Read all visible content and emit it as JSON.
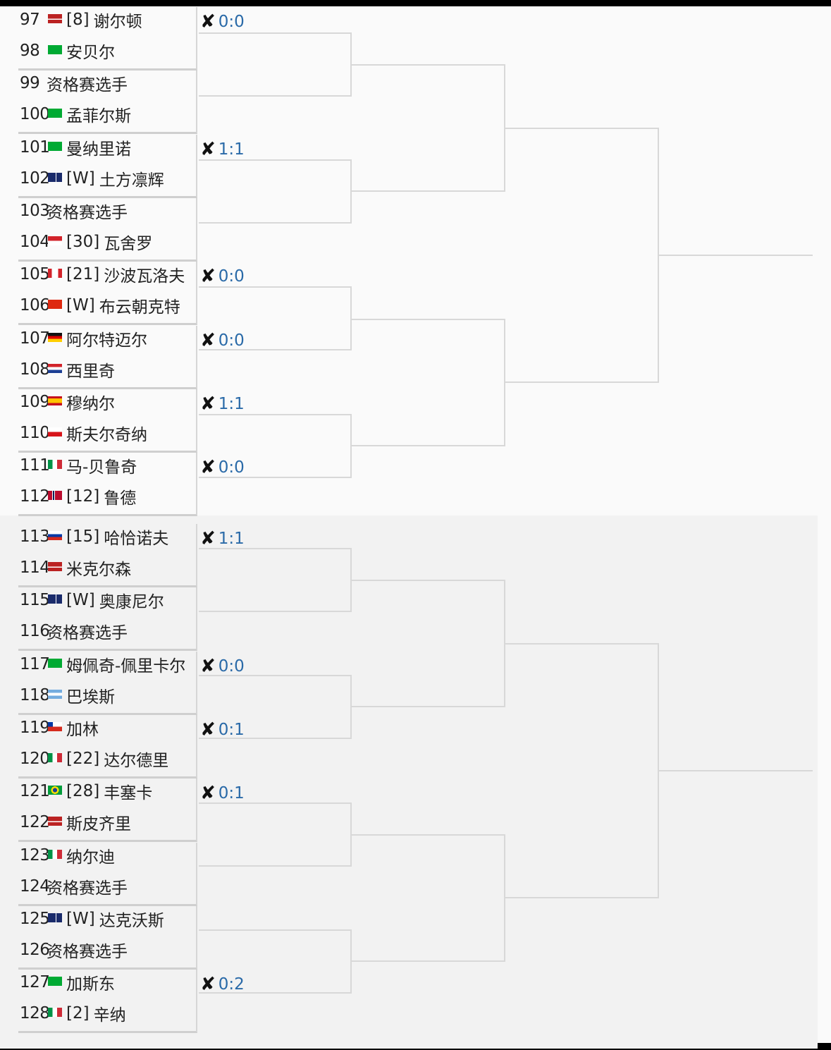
{
  "players": [
    {
      "num": "97",
      "seed": "[8]",
      "name": "谢尔顿",
      "flag": "us"
    },
    {
      "num": "98",
      "seed": "",
      "name": "安贝尔",
      "flag": "fr"
    },
    {
      "num": "99",
      "seed": "",
      "name": "资格赛选手",
      "flag": ""
    },
    {
      "num": "100",
      "seed": "",
      "name": "孟菲尔斯",
      "flag": "fr"
    },
    {
      "num": "101",
      "seed": "",
      "name": "曼纳里诺",
      "flag": "fr"
    },
    {
      "num": "102",
      "seed": "[W]",
      "name": "土方凛辉",
      "flag": "au"
    },
    {
      "num": "103",
      "seed": "",
      "name": "资格赛选手",
      "flag": ""
    },
    {
      "num": "104",
      "seed": "[30]",
      "name": "瓦舍罗",
      "flag": "mc"
    },
    {
      "num": "105",
      "seed": "[21]",
      "name": "沙波瓦洛夫",
      "flag": "ca"
    },
    {
      "num": "106",
      "seed": "[W]",
      "name": "布云朝克特",
      "flag": "cn"
    },
    {
      "num": "107",
      "seed": "",
      "name": "阿尔特迈尔",
      "flag": "de"
    },
    {
      "num": "108",
      "seed": "",
      "name": "西里奇",
      "flag": "hr"
    },
    {
      "num": "109",
      "seed": "",
      "name": "穆纳尔",
      "flag": "es"
    },
    {
      "num": "110",
      "seed": "",
      "name": "斯夫尔奇纳",
      "flag": "cz"
    },
    {
      "num": "111",
      "seed": "",
      "name": "马-贝鲁奇",
      "flag": "it"
    },
    {
      "num": "112",
      "seed": "[12]",
      "name": "鲁德",
      "flag": "no"
    },
    {
      "num": "113",
      "seed": "[15]",
      "name": "哈恰诺夫",
      "flag": "ru"
    },
    {
      "num": "114",
      "seed": "",
      "name": "米克尔森",
      "flag": "us"
    },
    {
      "num": "115",
      "seed": "[W]",
      "name": "奥康尼尔",
      "flag": "au"
    },
    {
      "num": "116",
      "seed": "",
      "name": "资格赛选手",
      "flag": ""
    },
    {
      "num": "117",
      "seed": "",
      "name": "姆佩奇-佩里卡尔",
      "flag": "fr"
    },
    {
      "num": "118",
      "seed": "",
      "name": "巴埃斯",
      "flag": "ar"
    },
    {
      "num": "119",
      "seed": "",
      "name": "加林",
      "flag": "cl"
    },
    {
      "num": "120",
      "seed": "[22]",
      "name": "达尔德里",
      "flag": "it"
    },
    {
      "num": "121",
      "seed": "[28]",
      "name": "丰塞卡",
      "flag": "br"
    },
    {
      "num": "122",
      "seed": "",
      "name": "斯皮齐里",
      "flag": "us"
    },
    {
      "num": "123",
      "seed": "",
      "name": "纳尔迪",
      "flag": "it"
    },
    {
      "num": "124",
      "seed": "",
      "name": "资格赛选手",
      "flag": ""
    },
    {
      "num": "125",
      "seed": "[W]",
      "name": "达克沃斯",
      "flag": "au"
    },
    {
      "num": "126",
      "seed": "",
      "name": "资格赛选手",
      "flag": ""
    },
    {
      "num": "127",
      "seed": "",
      "name": "加斯东",
      "flag": "fr"
    },
    {
      "num": "128",
      "seed": "[2]",
      "name": "辛纳",
      "flag": "it"
    }
  ],
  "h2h": [
    {
      "pair": 0,
      "score": "0:0"
    },
    {
      "pair": 2,
      "score": "1:1"
    },
    {
      "pair": 4,
      "score": "0:0"
    },
    {
      "pair": 5,
      "score": "0:0"
    },
    {
      "pair": 6,
      "score": "1:1"
    },
    {
      "pair": 7,
      "score": "0:0"
    },
    {
      "pair": 8,
      "score": "1:1"
    },
    {
      "pair": 10,
      "score": "0:0"
    },
    {
      "pair": 11,
      "score": "0:1"
    },
    {
      "pair": 12,
      "score": "0:1"
    },
    {
      "pair": 15,
      "score": "0:2"
    }
  ],
  "h2h_icon": "crossed-rackets-icon"
}
